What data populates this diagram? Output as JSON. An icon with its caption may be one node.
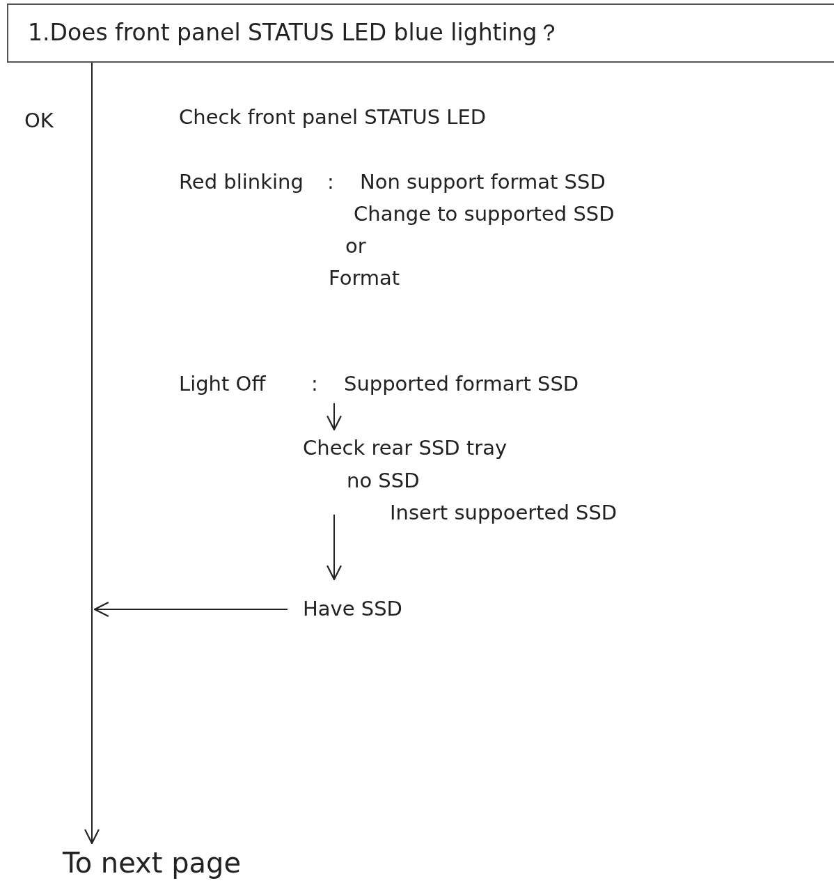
{
  "diagram": {
    "nodes": [
      {
        "text": [
          "1.Does front panel STATUS LED blue lighting？"
        ]
      },
      {
        "text": [
          "To next page"
        ]
      },
      {
        "text": [
          "Check front panel STATUS LED"
        ]
      },
      {
        "text": [
          "Light Off",
          ":",
          "Supported formart SSD"
        ]
      },
      {
        "text": [
          "Check rear SSD tray"
        ]
      },
      {
        "text": [
          "Have SSD"
        ]
      }
    ],
    "edges": [
      {
        "from": 0,
        "to": 1,
        "arrow": "to"
      },
      {
        "from": 5,
        "to": null,
        "arrow": "to"
      },
      {
        "from": 3,
        "to": 4,
        "arrow": "to"
      },
      {
        "from": 4,
        "to": 5,
        "arrow": "to"
      }
    ],
    "labels": [
      "OK",
      "Red blinking",
      ":",
      "Non support format SSD",
      "Change to supported SSD",
      "or",
      "Format",
      "no SSD",
      "Insert suppoerted SSD"
    ]
  }
}
